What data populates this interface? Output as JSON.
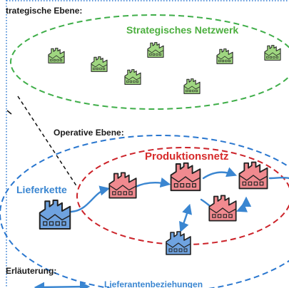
{
  "labels": {
    "strategic_level": "trategische Ebene:",
    "strategic_network": "Strategisches Netzwerk",
    "operative_level": "Operative Ebene:",
    "production_network": "Produktionsnetz",
    "supply_chain": "Lieferkette",
    "legend_title": "Erläuterung:",
    "legend_supplier": "Lieferantenbeziehungen"
  },
  "colors": {
    "green_fill": "#9fd680",
    "green_line": "#3fae49",
    "red_fill": "#f08a8f",
    "red_line": "#cc2229",
    "blue_fill": "#6fa3e0",
    "blue_line": "#2a77cf",
    "outline": "#222222"
  }
}
